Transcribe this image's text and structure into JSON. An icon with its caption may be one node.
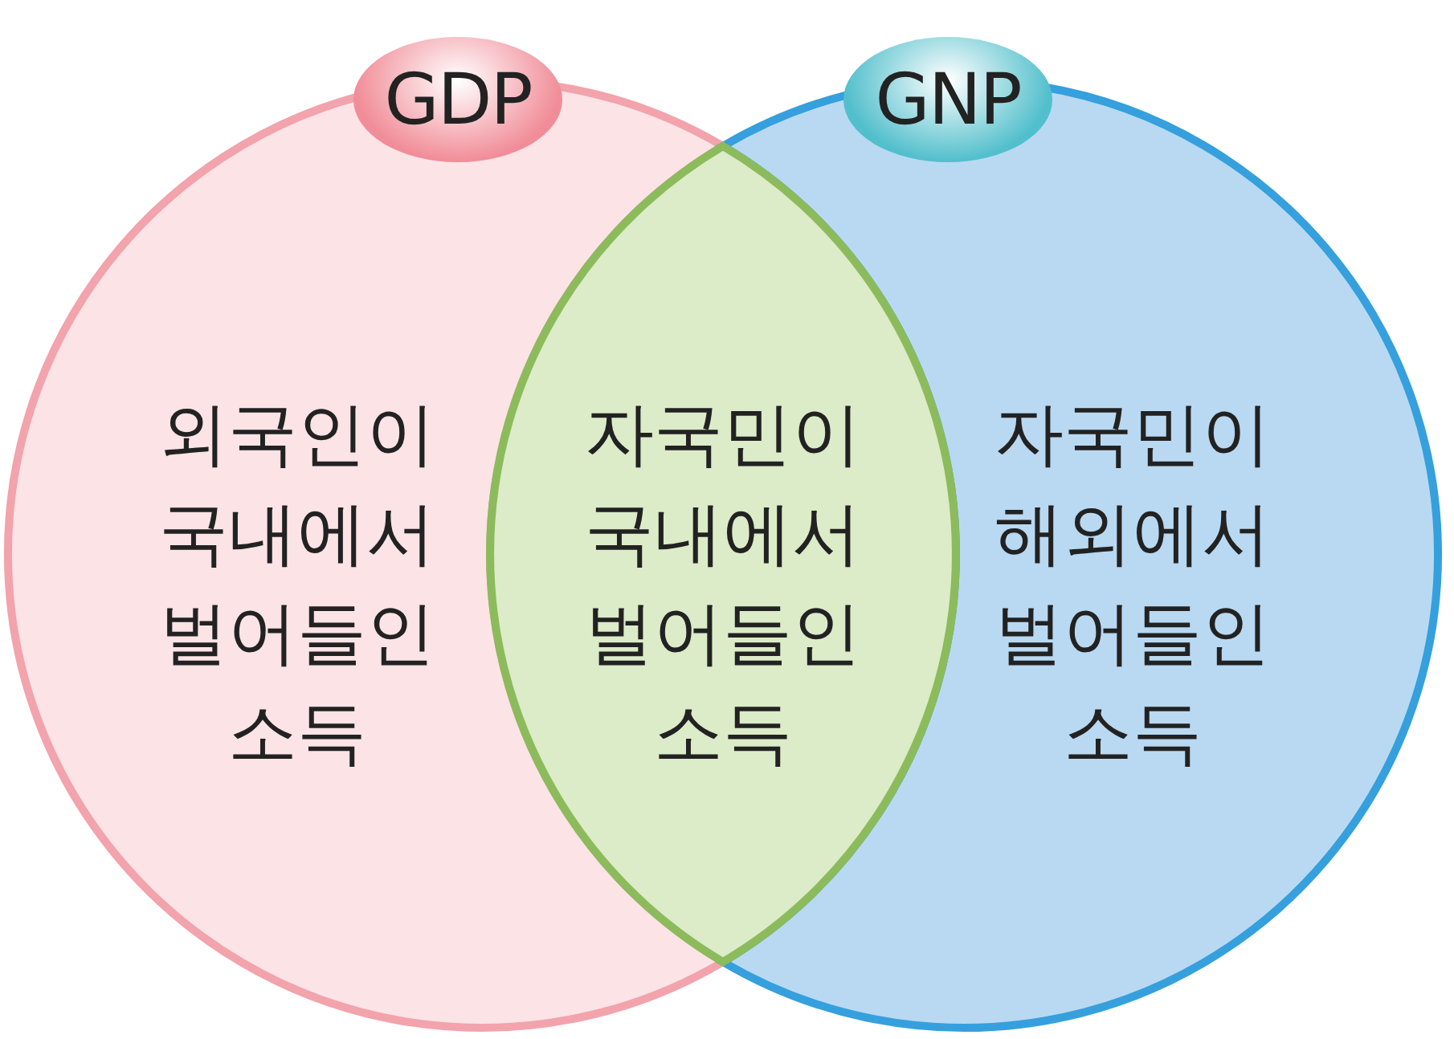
{
  "diagram": {
    "nodes": [
      {
        "text": [
          "GDP",
          "외국인이 국내에서 벌어들인 소득"
        ]
      },
      {
        "text": [
          "GNP",
          "자국민이 해외에서 벌어들인 소득"
        ]
      },
      {
        "text": [
          "자국민이 국내에서 벌어들인 소득"
        ]
      }
    ],
    "edges": []
  }
}
